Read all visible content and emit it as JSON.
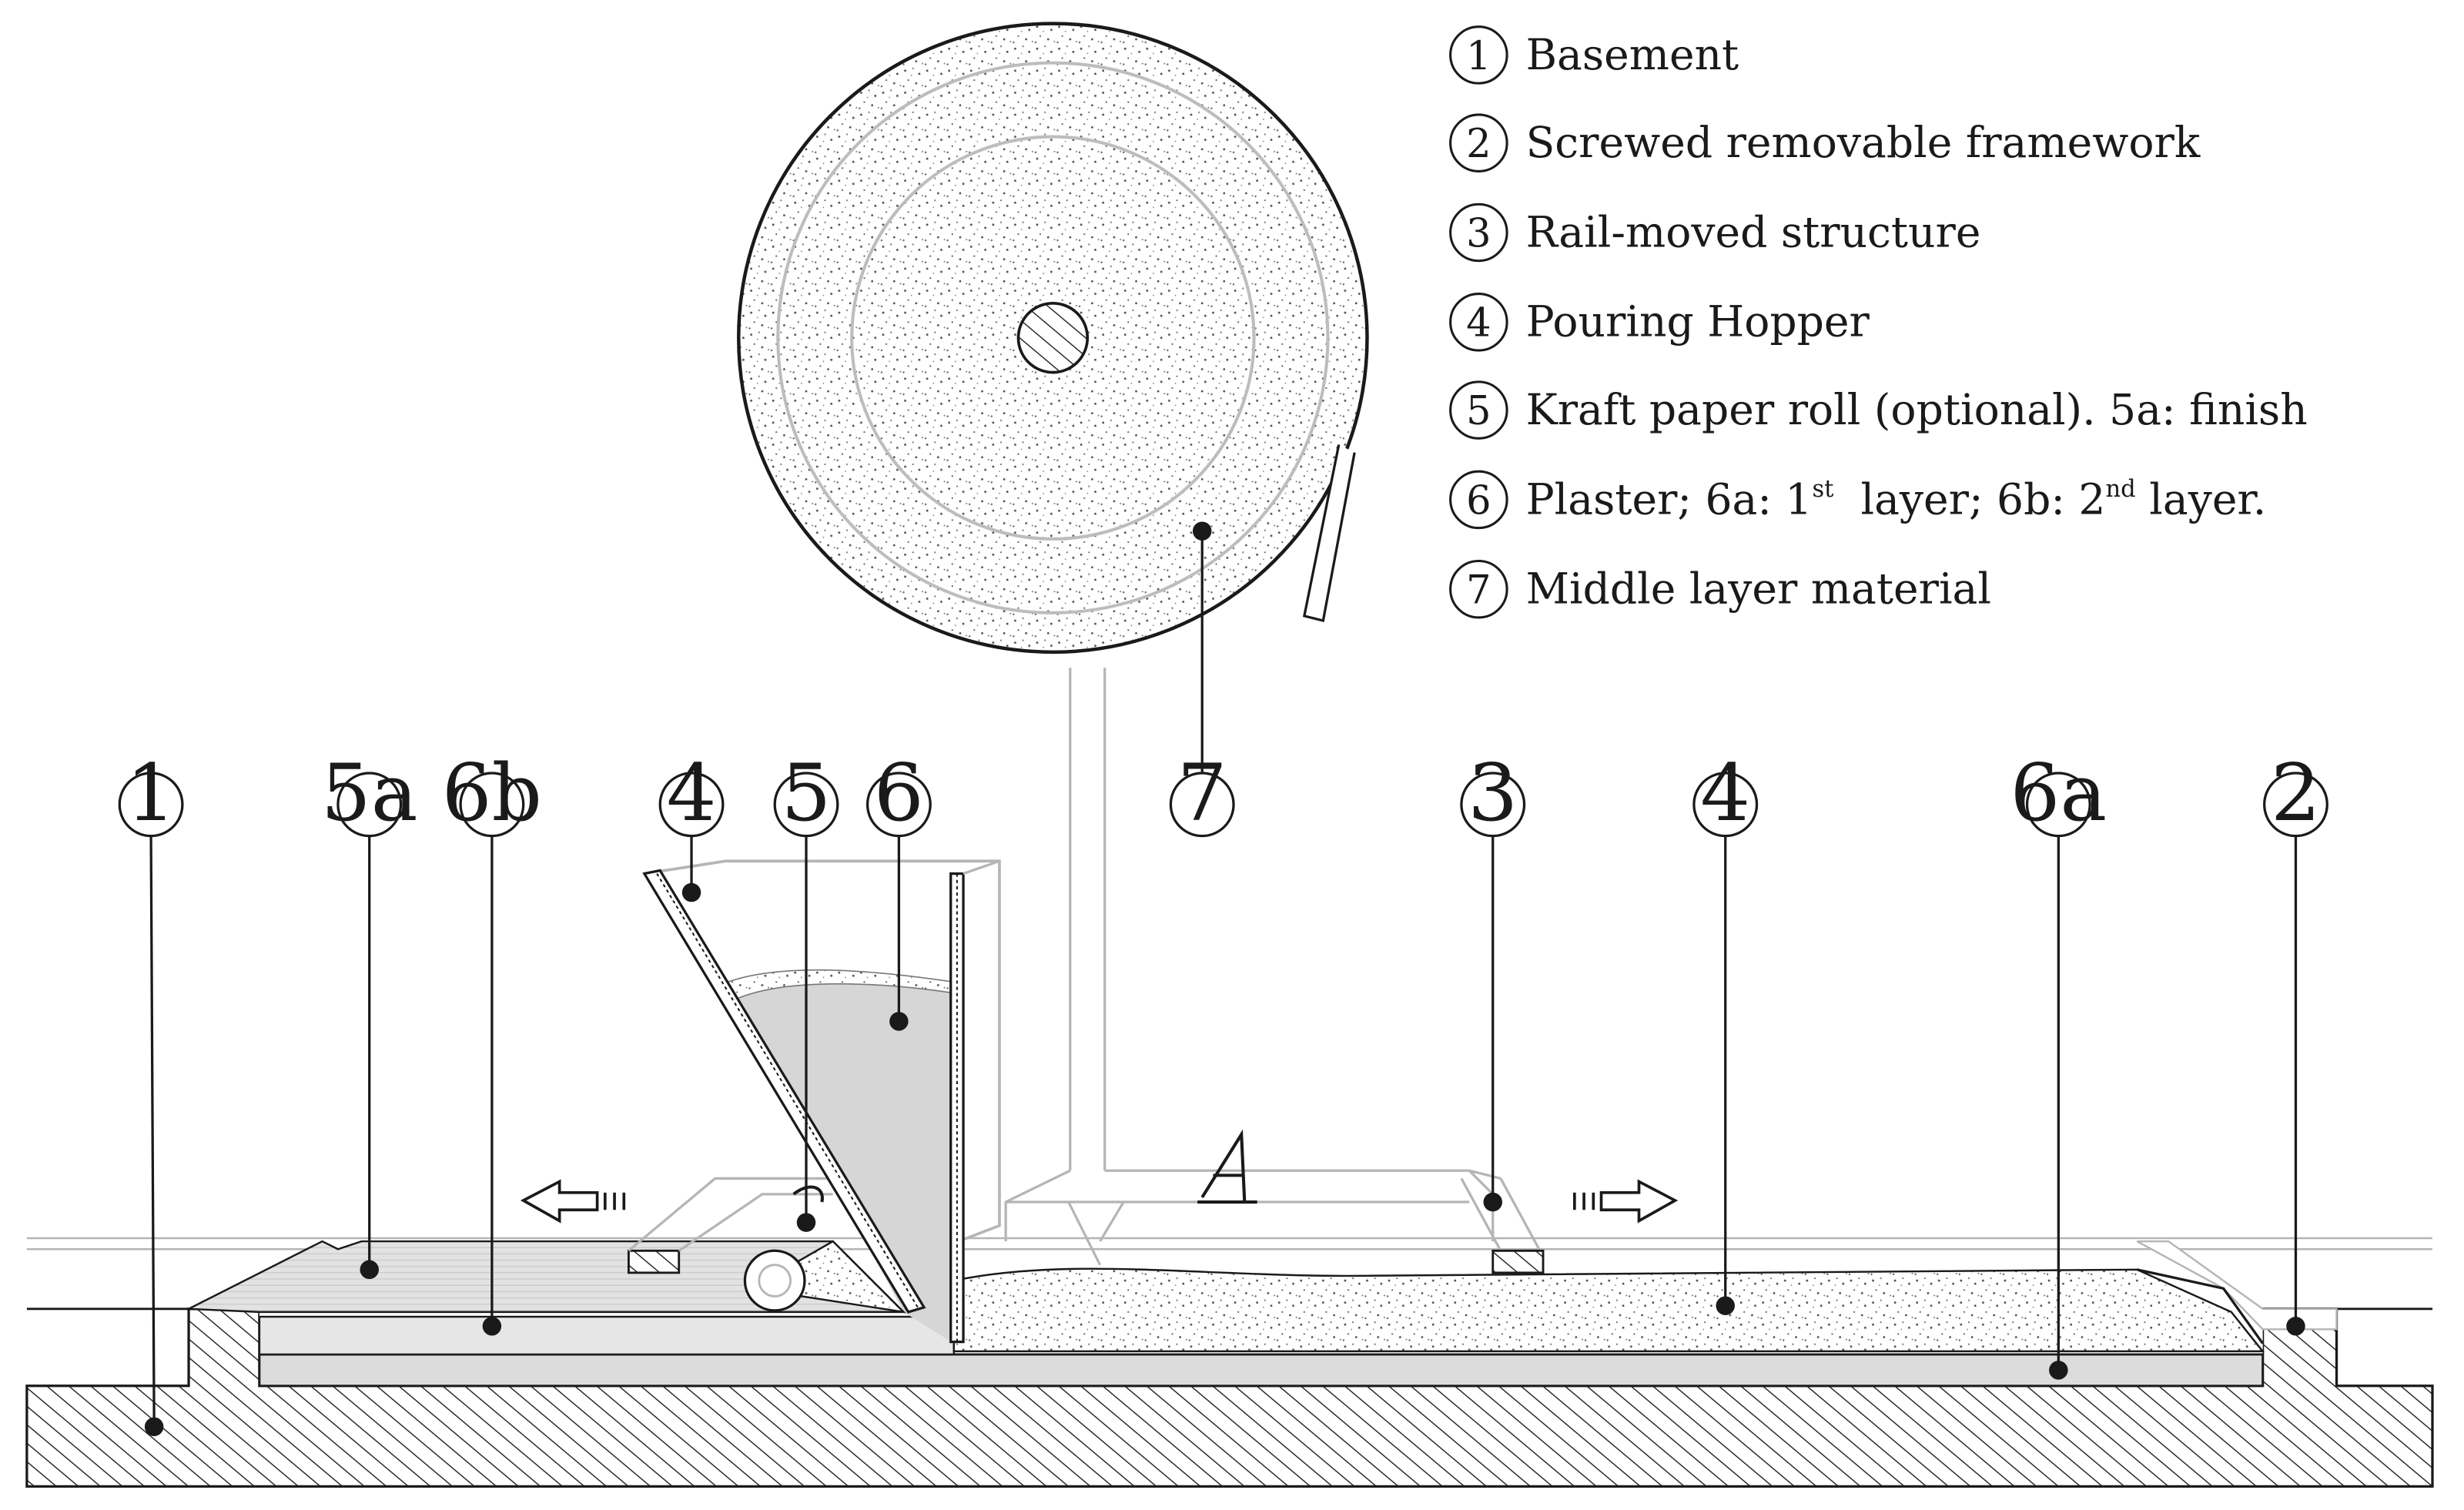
{
  "legend": {
    "items": [
      {
        "num": "1",
        "text": "Basement"
      },
      {
        "num": "2",
        "text": "Screwed removable framework"
      },
      {
        "num": "3",
        "text": "Rail-moved structure"
      },
      {
        "num": "4",
        "text": "Pouring Hopper"
      },
      {
        "num": "5",
        "text": "Kraft paper roll (optional). 5a: finish"
      },
      {
        "num": "7",
        "text": "Middle layer material"
      }
    ],
    "item6": {
      "num": "6",
      "part1": "Plaster; 6a: 1",
      "sup1": "st",
      "part2": "  layer; 6b: 2",
      "sup2": "nd",
      "part3": " layer."
    }
  },
  "callouts": [
    "1",
    "5a",
    "6b",
    "4",
    "5",
    "6",
    "7",
    "3",
    "4",
    "6a",
    "2"
  ]
}
